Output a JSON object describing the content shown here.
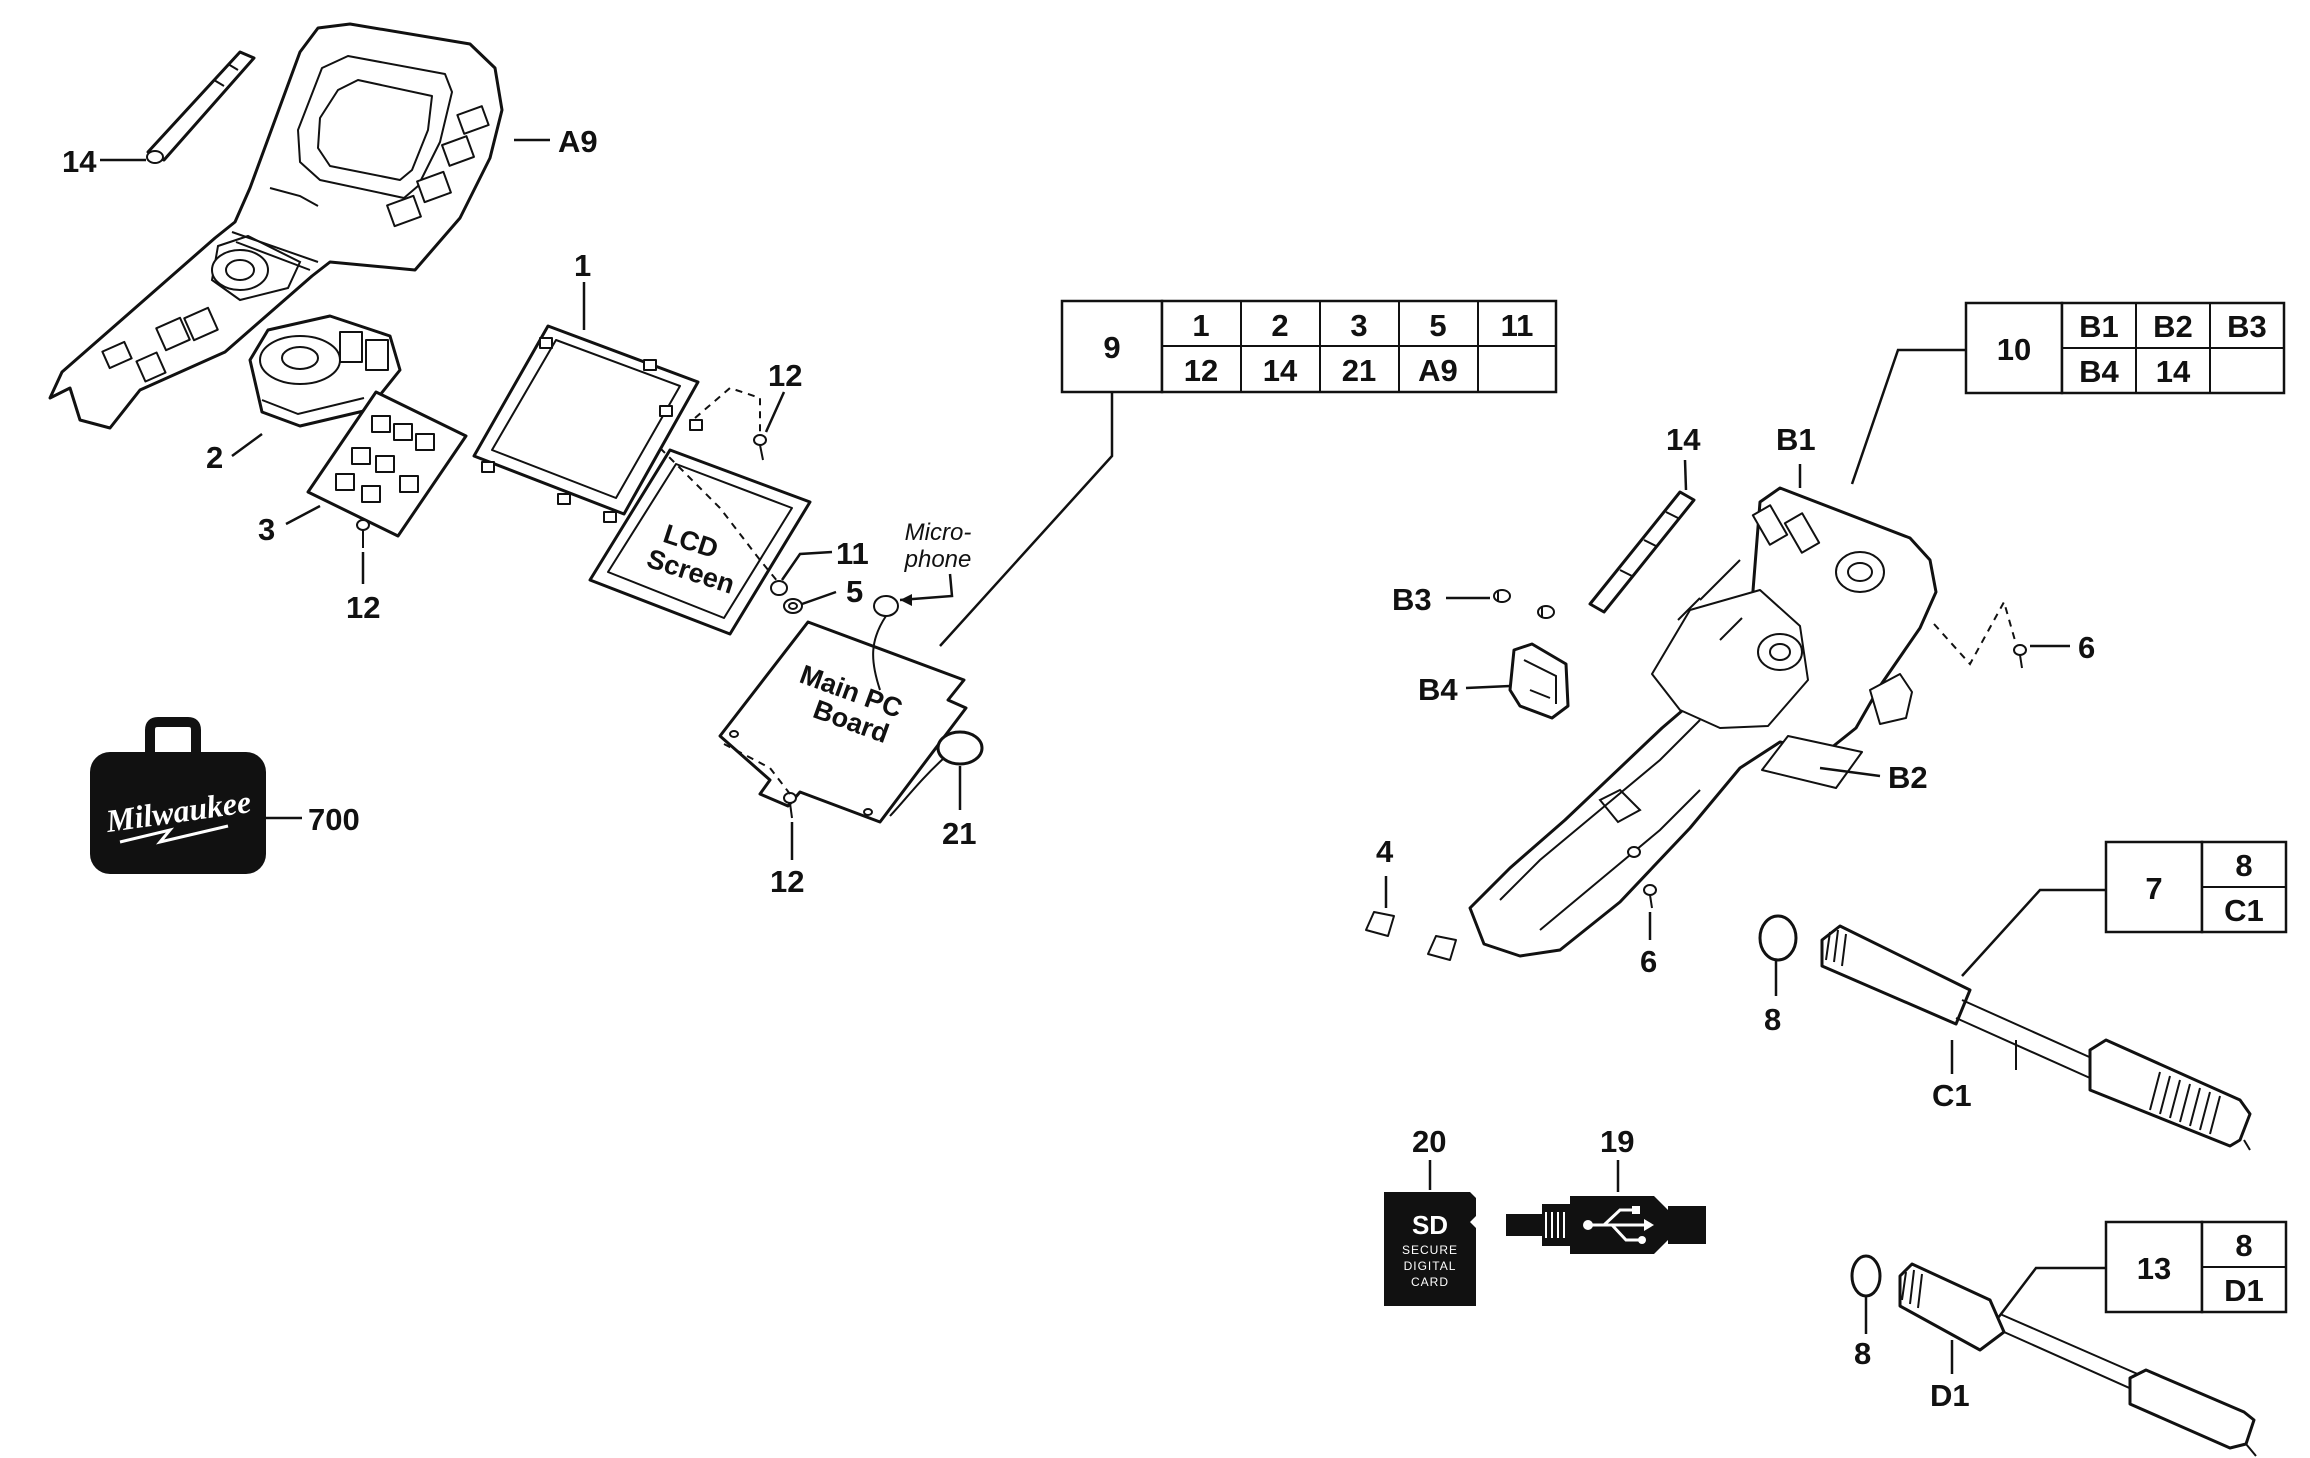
{
  "labels": {
    "l14_top": "14",
    "lA9": "A9",
    "l1": "1",
    "l2": "2",
    "l3": "3",
    "l12_a": "12",
    "l12_b": "12",
    "l12_c": "12",
    "l11": "11",
    "l5": "5",
    "l21": "21",
    "l700": "700",
    "l14_right": "14",
    "lB1": "B1",
    "lB3": "B3",
    "lB4": "B4",
    "lB2": "B2",
    "l6_a": "6",
    "l6_b": "6",
    "l4": "4",
    "l8_a": "8",
    "l8_b": "8",
    "lC1": "C1",
    "lD1": "D1",
    "l20": "20",
    "l19": "19"
  },
  "notes": {
    "microphone_line1": "Micro-",
    "microphone_line2": "phone"
  },
  "part_text": {
    "lcd_line1": "LCD",
    "lcd_line2": "Screen",
    "pcb_line1": "Main PC",
    "pcb_line2": "Board",
    "case_brand": "Milwaukee",
    "sd_big": "SD",
    "sd_line1": "SECURE",
    "sd_line2": "DIGITAL",
    "sd_line3": "CARD"
  },
  "kits": {
    "kit9": {
      "id": "9",
      "row1": [
        "1",
        "2",
        "3",
        "5",
        "11"
      ],
      "row2": [
        "12",
        "14",
        "21",
        "A9",
        ""
      ]
    },
    "kit10": {
      "id": "10",
      "row1": [
        "B1",
        "B2",
        "B3"
      ],
      "row2": [
        "B4",
        "14",
        ""
      ]
    },
    "kit7": {
      "id": "7",
      "row1": [
        "8"
      ],
      "row2": [
        "C1"
      ]
    },
    "kit13": {
      "id": "13",
      "row1": [
        "8"
      ],
      "row2": [
        "D1"
      ]
    }
  },
  "colors": {
    "ink": "#111111",
    "paper": "#ffffff"
  }
}
